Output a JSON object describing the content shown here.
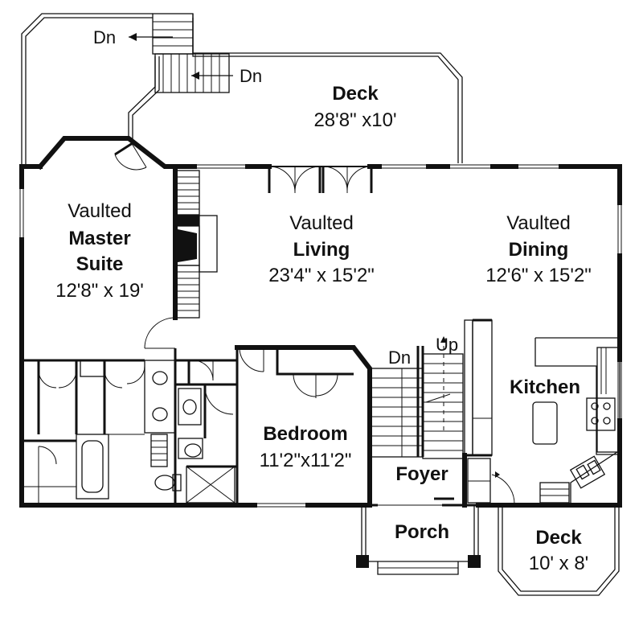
{
  "plan": {
    "rooms": {
      "deck_top": {
        "name": "Deck",
        "size": "28'8\" x10'"
      },
      "master": {
        "qualifier": "Vaulted",
        "name_line1": "Master",
        "name_line2": "Suite",
        "size": "12'8\" x 19'"
      },
      "living": {
        "qualifier": "Vaulted",
        "name": "Living",
        "size": "23'4\" x 15'2\""
      },
      "dining": {
        "qualifier": "Vaulted",
        "name": "Dining",
        "size": "12'6\" x 15'2\""
      },
      "kitchen": {
        "name": "Kitchen"
      },
      "bedroom": {
        "name": "Bedroom",
        "size": "11'2\"x11'2\""
      },
      "foyer": {
        "name": "Foyer"
      },
      "porch": {
        "name": "Porch"
      },
      "deck_side": {
        "name": "Deck",
        "size": "10' x 8'"
      }
    },
    "stair_labels": {
      "dn_top_1": "Dn",
      "dn_top_2": "Dn",
      "dn_main": "Dn",
      "up_main": "Up"
    }
  }
}
